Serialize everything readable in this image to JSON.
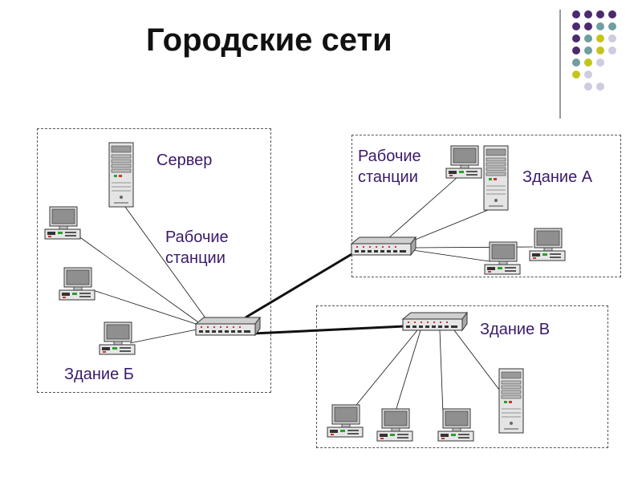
{
  "title": "Городские сети",
  "labels": {
    "server": "Сервер",
    "workstations_b": "Рабочие станции",
    "building_b": "Здание Б",
    "workstations_a": "Рабочие станции",
    "building_a": "Здание А",
    "building_v": "Здание В"
  },
  "colors": {
    "purple": "#4b2a6e",
    "teal": "#6f9ea0",
    "lime": "#c4c41d",
    "lavender": "#cfcbe0",
    "label": "#3a1a6a"
  }
}
